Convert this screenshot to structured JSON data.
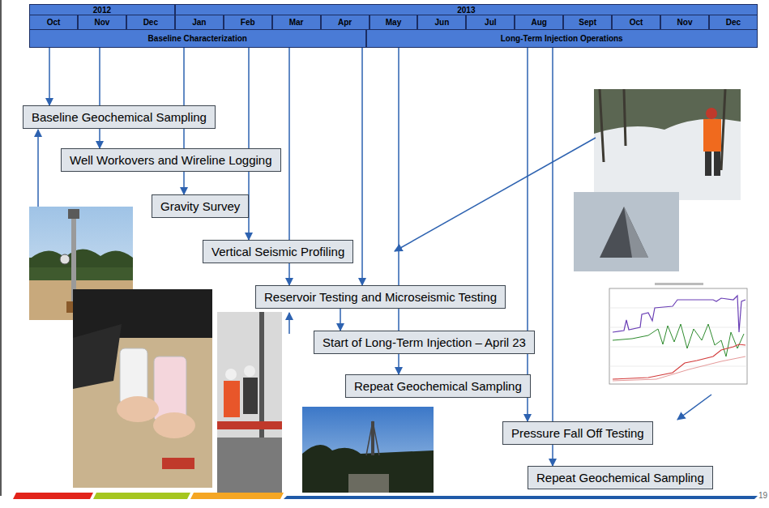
{
  "diagram": {
    "nodes": [
      {
        "text": [
          "2012"
        ]
      },
      {
        "text": [
          "2013"
        ]
      },
      {
        "text": [
          "Oct"
        ]
      },
      {
        "text": [
          "Nov"
        ]
      },
      {
        "text": [
          "Dec"
        ]
      },
      {
        "text": [
          "Jan"
        ]
      },
      {
        "text": [
          "Feb"
        ]
      },
      {
        "text": [
          "Mar"
        ]
      },
      {
        "text": [
          "Apr"
        ]
      },
      {
        "text": [
          "May"
        ]
      },
      {
        "text": [
          "Jun"
        ]
      },
      {
        "text": [
          "Jul"
        ]
      },
      {
        "text": [
          "Aug"
        ]
      },
      {
        "text": [
          "Sept"
        ]
      },
      {
        "text": [
          "Oct"
        ]
      },
      {
        "text": [
          "Nov"
        ]
      },
      {
        "text": [
          "Dec"
        ]
      },
      {
        "text": [
          "Baseline Characterization"
        ]
      },
      {
        "text": [
          "Long-Term Injection Operations"
        ]
      },
      {
        "text": [
          "Baseline Geochemical Sampling"
        ]
      },
      {
        "text": [
          "Well Workovers and Wireline Logging"
        ]
      },
      {
        "text": [
          "Gravity Survey"
        ]
      },
      {
        "text": [
          "Vertical Seismic Profiling"
        ]
      },
      {
        "text": [
          "Reservoir Testing and Microseismic Testing"
        ]
      },
      {
        "text": [
          "Start of Long-Term Injection – April 23"
        ]
      },
      {
        "text": [
          "Repeat Geochemical Sampling"
        ]
      },
      {
        "text": [
          "Pressure Fall Off Testing"
        ]
      },
      {
        "text": [
          "Repeat Geochemical Sampling"
        ]
      }
    ],
    "edges": [
      {
        "from": 17,
        "to": 19,
        "arrow": "to"
      },
      {
        "from": 17,
        "to": 20,
        "arrow": "to"
      },
      {
        "from": 17,
        "to": 21,
        "arrow": "to"
      },
      {
        "from": 17,
        "to": 22,
        "arrow": "to"
      },
      {
        "from": 17,
        "to": 23,
        "arrow": "to"
      },
      {
        "from": 17,
        "to": 23,
        "arrow": "to"
      },
      {
        "from": 23,
        "to": 24,
        "arrow": "to"
      },
      {
        "from": 18,
        "to": 25,
        "arrow": "to"
      },
      {
        "from": 18,
        "to": 26,
        "arrow": "to"
      },
      {
        "from": 18,
        "to": 27,
        "arrow": "to"
      }
    ],
    "labels": [
      "19"
    ]
  }
}
